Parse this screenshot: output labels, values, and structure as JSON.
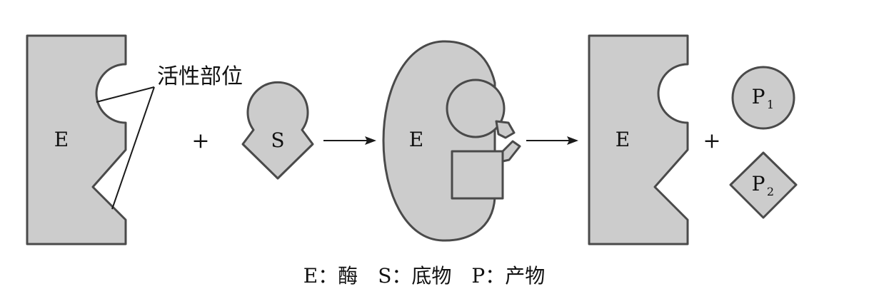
{
  "labels": {
    "active_site": "活性部位",
    "enzyme": "E",
    "substrate": "S",
    "plus": "+",
    "product1_main": "P",
    "product1_sub": "1",
    "product2_main": "P",
    "product2_sub": "2"
  },
  "legend": "E：酶　S：底物　P：产物",
  "colors": {
    "fill": "#cccccc",
    "stroke": "#4a4a4a",
    "ink": "#1a1a1a"
  }
}
